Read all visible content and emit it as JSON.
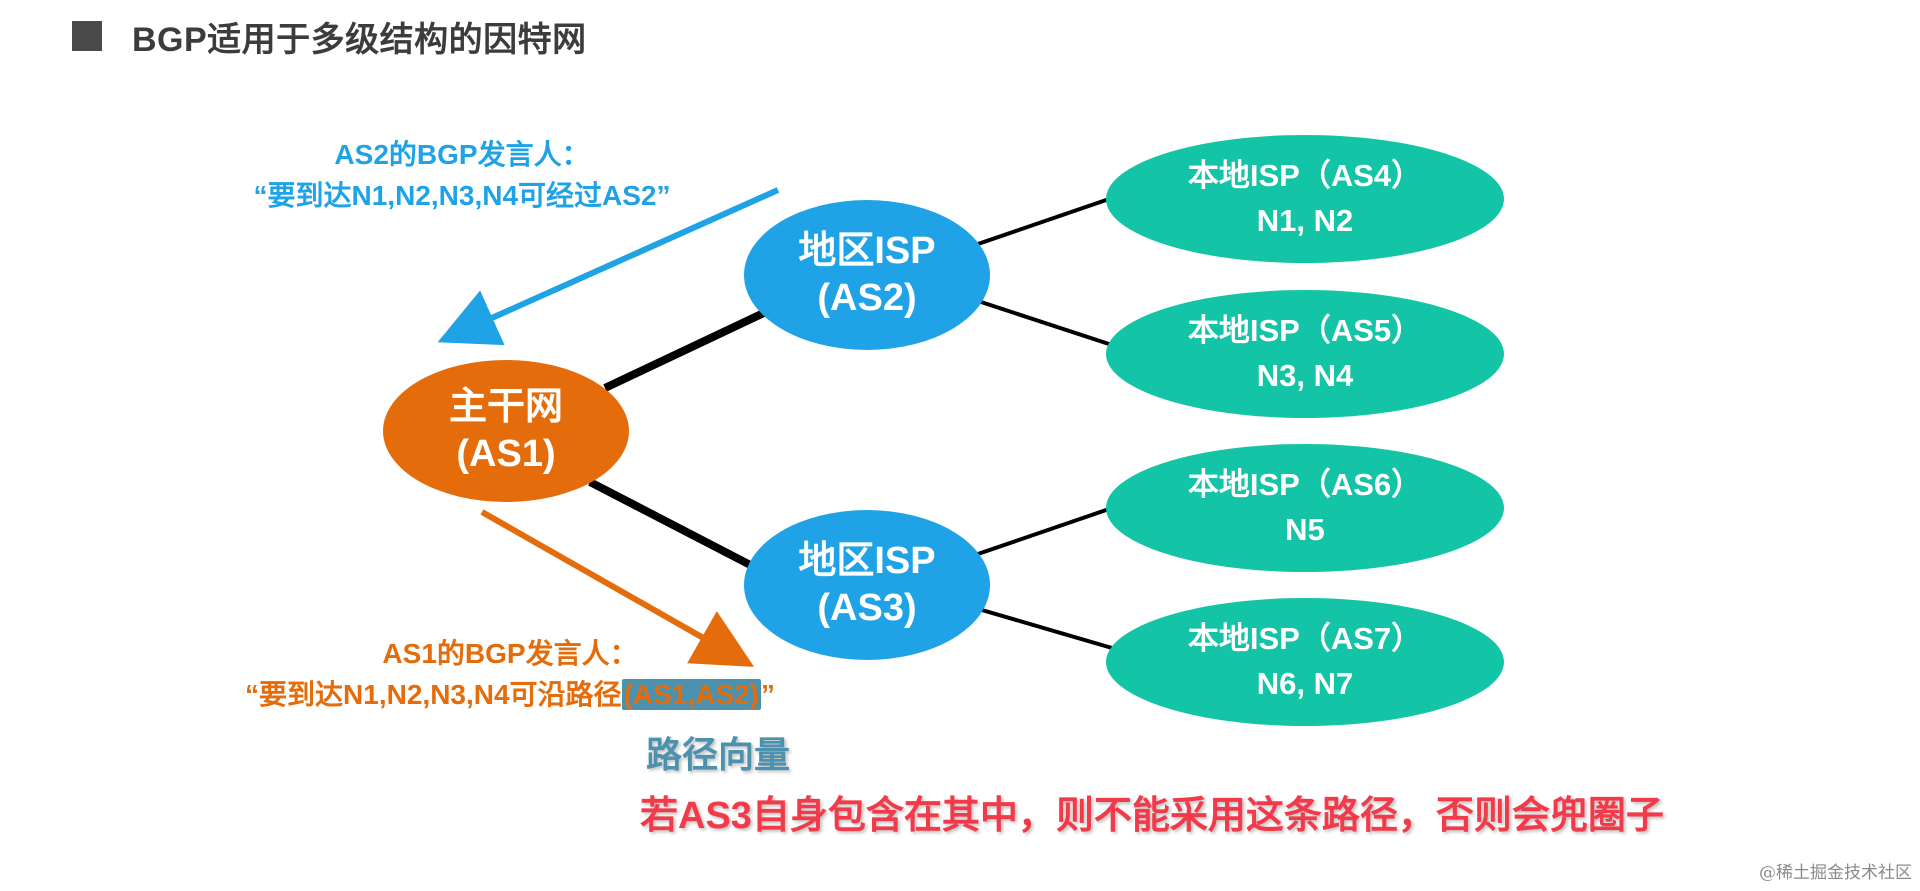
{
  "title": "BGP适用于多级结构的因特网",
  "nodes": {
    "backbone": {
      "line1": "主干网",
      "line2": "(AS1)",
      "color": "#e46c0a"
    },
    "regional_as2": {
      "line1": "地区ISP",
      "line2": "(AS2)",
      "color": "#1fa3e6"
    },
    "regional_as3": {
      "line1": "地区ISP",
      "line2": "(AS3)",
      "color": "#1fa3e6"
    },
    "local_as4": {
      "line1": "本地ISP（AS4）",
      "line2": "N1, N2",
      "color": "#14c4a6"
    },
    "local_as5": {
      "line1": "本地ISP（AS5）",
      "line2": "N3, N4",
      "color": "#14c4a6"
    },
    "local_as6": {
      "line1": "本地ISP（AS6）",
      "line2": "N5",
      "color": "#14c4a6"
    },
    "local_as7": {
      "line1": "本地ISP（AS7）",
      "line2": "N6, N7",
      "color": "#14c4a6"
    }
  },
  "callouts": {
    "as2_speaker": {
      "line1": "AS2的BGP发言人：",
      "line2": "“要到达N1,N2,N3,N4可经过AS2”",
      "color": "#1fa3e6"
    },
    "as1_speaker": {
      "line1": "AS1的BGP发言人：",
      "line2_prefix": "“要到达N1,N2,N3,N4可沿路径",
      "line2_highlight": "(AS1,AS2)",
      "line2_suffix": "”",
      "color": "#e46c0a"
    }
  },
  "annotations": {
    "path_vector": "路径向量",
    "warning": "若AS3自身包含在其中，则不能采用这条路径，否则会兜圈子"
  },
  "watermark": "@稀土掘金技术社区"
}
